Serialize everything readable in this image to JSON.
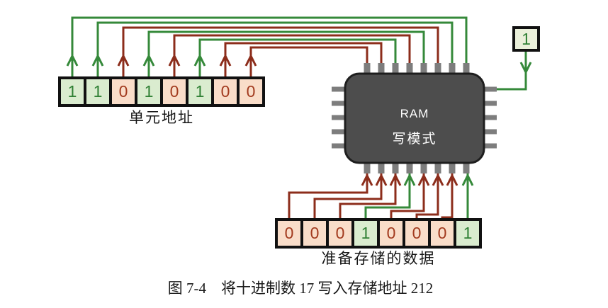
{
  "figure": {
    "caption": "图 7-4　将十进制数 17 写入存储地址 212"
  },
  "address": {
    "label": "单元地址",
    "bits": [
      "1",
      "1",
      "0",
      "1",
      "0",
      "1",
      "0",
      "0"
    ],
    "decimal_shown_in_caption": "212"
  },
  "data": {
    "label": "准备存储的数据",
    "bits": [
      "0",
      "0",
      "0",
      "1",
      "0",
      "0",
      "0",
      "1"
    ],
    "decimal_shown_in_caption": "17"
  },
  "chip": {
    "line1": "RAM",
    "line2": "写模式"
  },
  "write_enable": {
    "value": "1"
  },
  "colors": {
    "wire_one": "#35893a",
    "wire_zero": "#8c2d1b",
    "digit_one": "#2f8034",
    "digit_zero": "#a23a1e",
    "cell_fill_one": "#daeccf",
    "cell_fill_zero": "#f9ddc9",
    "enable_fill": "#eaf0da",
    "chip_fill": "#4d4d4d",
    "chip_border": "#1e1e1e",
    "pin": "#7d7d7d",
    "cell_border": "#111111"
  }
}
